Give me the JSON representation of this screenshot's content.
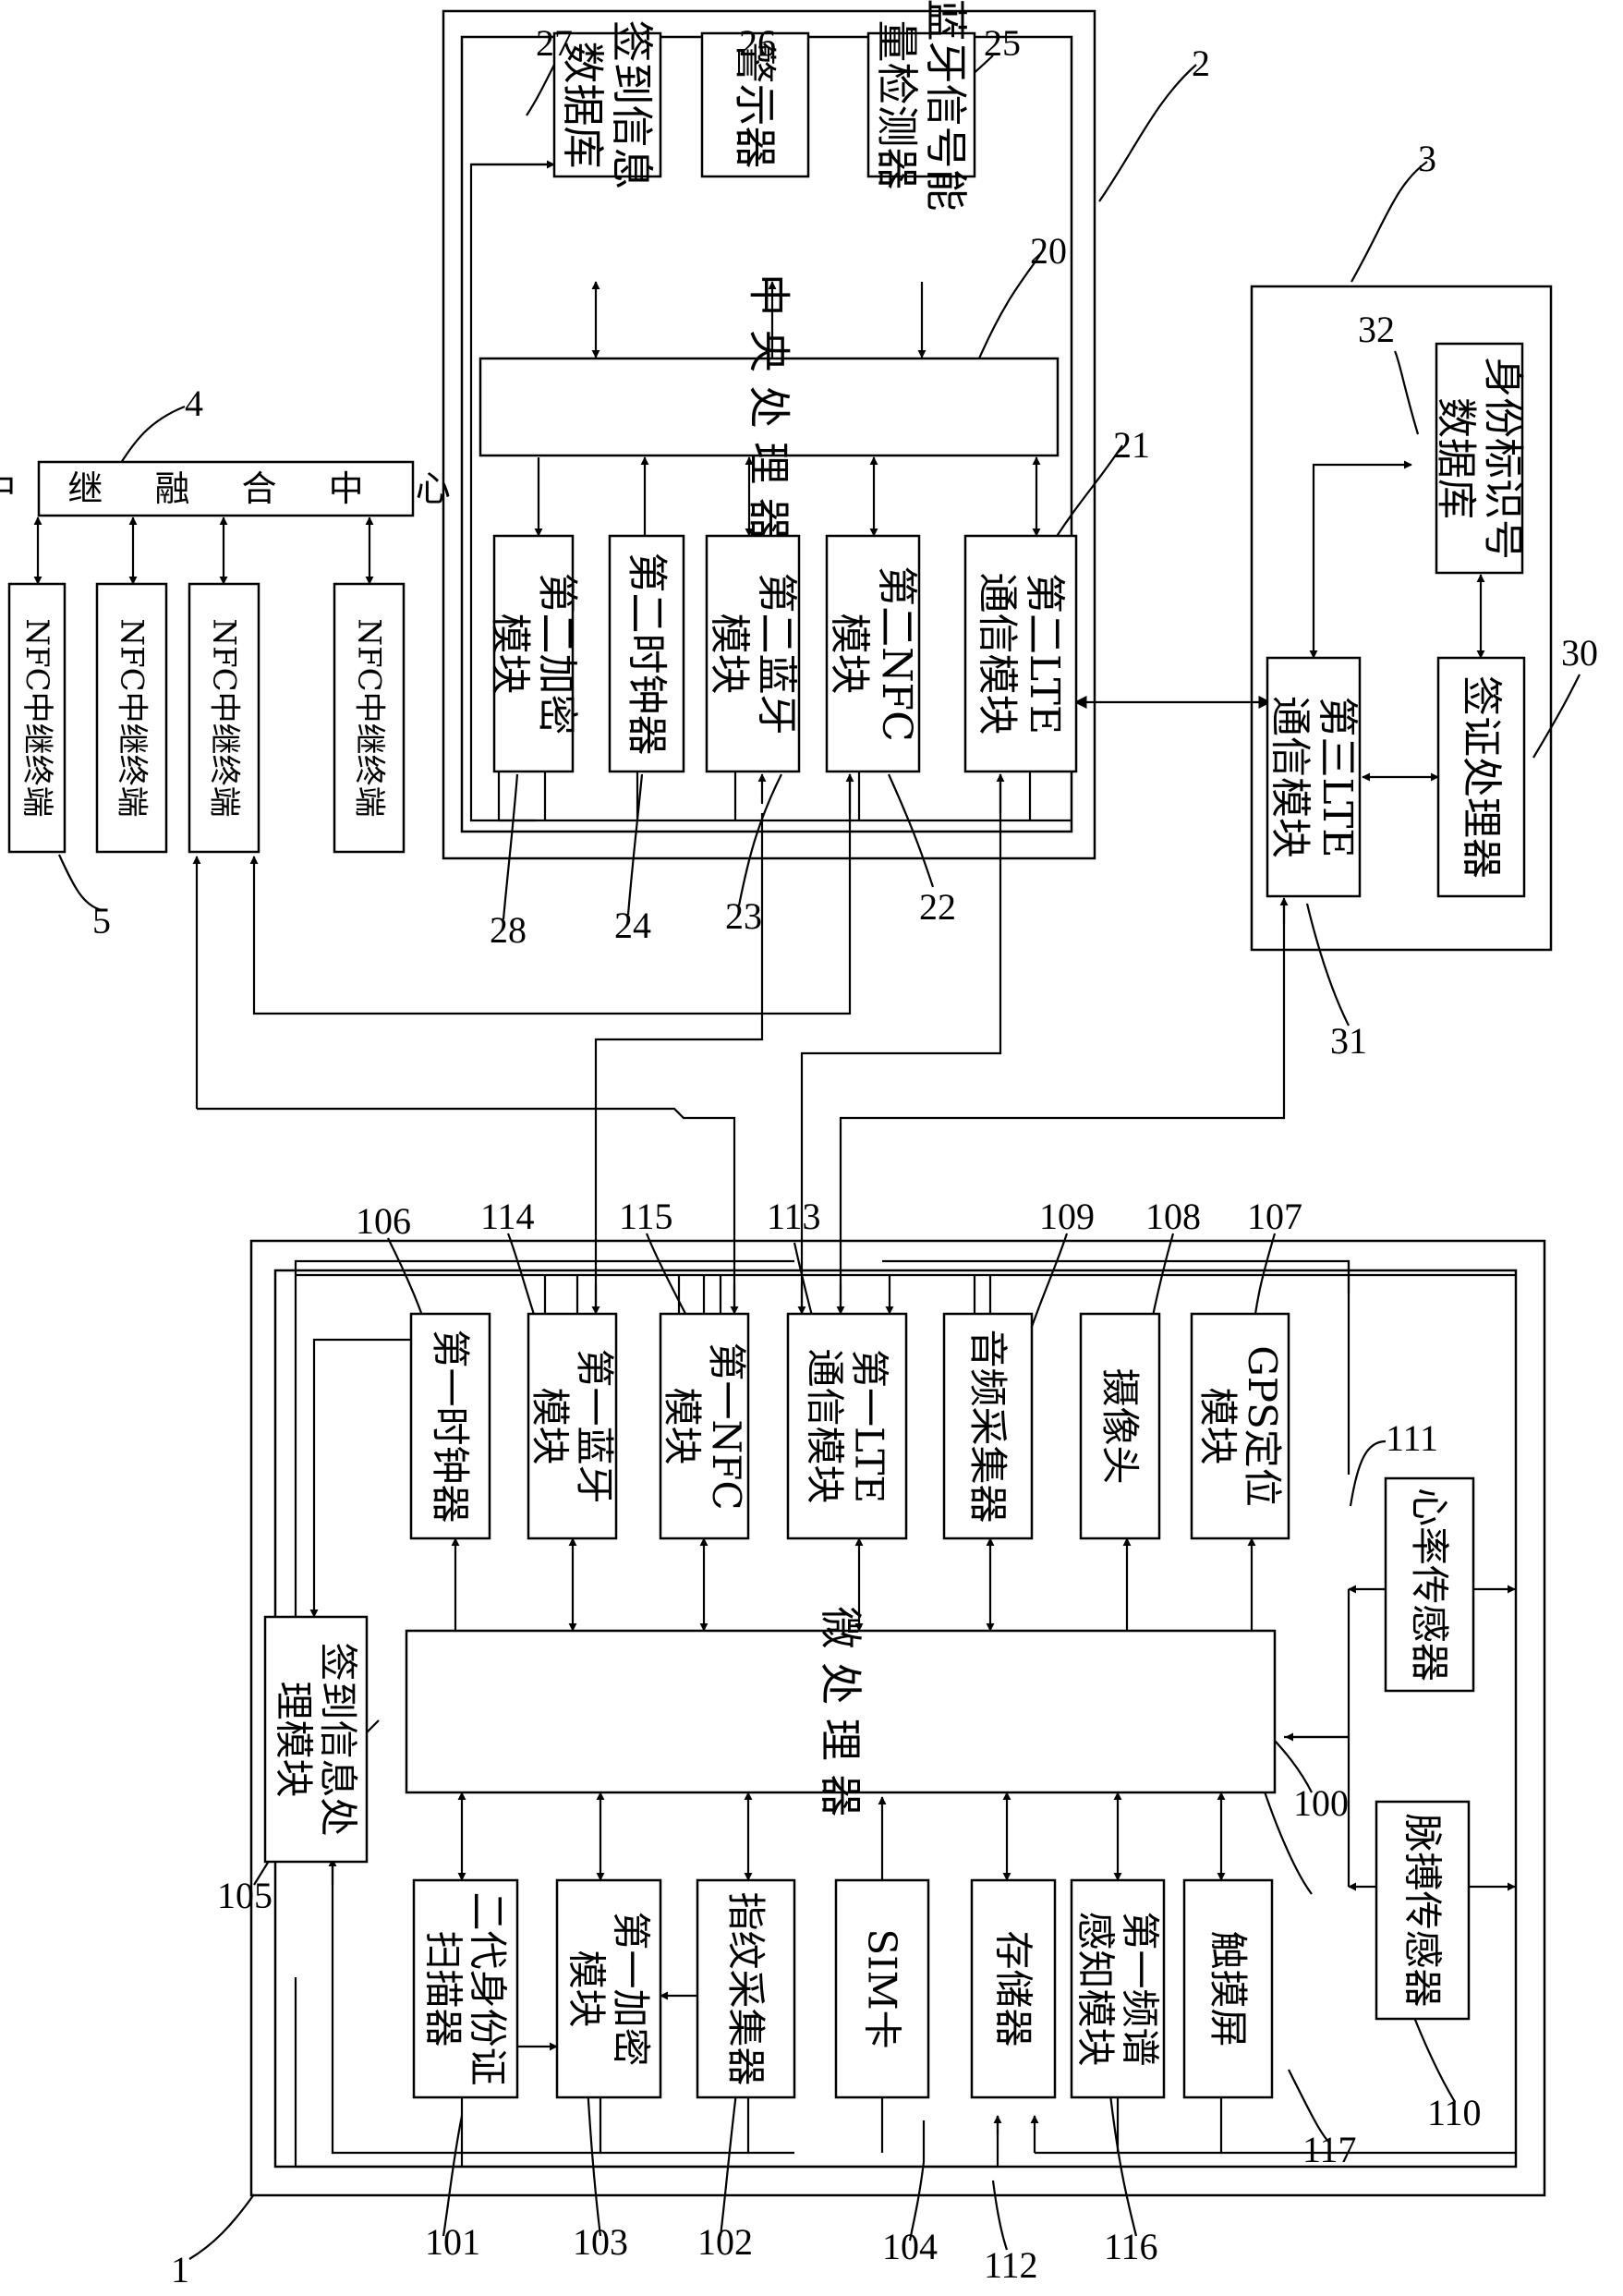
{
  "labels": {
    "n2": "2",
    "n3": "3",
    "n4": "4",
    "n5": "5",
    "n1": "1",
    "n20": "20",
    "n21": "21",
    "n22": "22",
    "n23": "23",
    "n24": "24",
    "n25": "25",
    "n26": "26",
    "n27": "27",
    "n28": "28",
    "n30": "30",
    "n31": "31",
    "n32": "32",
    "n100": "100",
    "n101": "101",
    "n102": "102",
    "n103": "103",
    "n104": "104",
    "n105": "105",
    "n106": "106",
    "n107": "107",
    "n108": "108",
    "n109": "109",
    "n110": "110",
    "n111": "111",
    "n112": "112",
    "n113": "113",
    "n114": "114",
    "n115": "115",
    "n116": "116",
    "n117": "117"
  },
  "boxes": {
    "b27": [
      "签到信息",
      "数据库"
    ],
    "b26": [
      "警示器"
    ],
    "b25": [
      "蓝牙信号能",
      "量检测器"
    ],
    "b20": [
      "中 央 处 理 器"
    ],
    "b28": [
      "第二加密",
      "模块"
    ],
    "b24": [
      "第二时钟器"
    ],
    "b23": [
      "第二蓝牙",
      "模块"
    ],
    "b22": [
      "第二NFC",
      "模块"
    ],
    "b21": [
      "第二LTE",
      "通信模块"
    ],
    "b4": [
      "中 继 融 合 中 心"
    ],
    "nfc1": [
      "NFC中继终端"
    ],
    "nfc2": [
      "NFC中继终端"
    ],
    "nfc3": [
      "NFC中继终端"
    ],
    "nfc4": [
      "NFC中继终端"
    ],
    "dots": [
      "…"
    ],
    "b32": [
      "身份标识号",
      "数据库"
    ],
    "b31": [
      "第三LTE",
      "通信模块"
    ],
    "b30": [
      "签证处理器"
    ],
    "b106": [
      "第一时钟器"
    ],
    "b114": [
      "第一蓝牙",
      "模块"
    ],
    "b115": [
      "第一NFC",
      "模块"
    ],
    "b113": [
      "第一LTE",
      "通信模块"
    ],
    "b109": [
      "音频采集器"
    ],
    "b108": [
      "摄像头"
    ],
    "b107": [
      "GPS定位",
      "模块"
    ],
    "b111": [
      "心率传感器"
    ],
    "b100": [
      "微 处 理 器"
    ],
    "b105": [
      "签到信息处",
      "理模块"
    ],
    "b101": [
      "二代身份证",
      "扫描器"
    ],
    "b103": [
      "第一加密",
      "模块"
    ],
    "b102": [
      "指纹采集器"
    ],
    "b104": [
      "SIM卡"
    ],
    "b112": [
      "存储器"
    ],
    "b116": [
      "第一频谱",
      "感知模块"
    ],
    "b117": [
      "触摸屏"
    ],
    "b110": [
      "脉搏传感器"
    ]
  }
}
